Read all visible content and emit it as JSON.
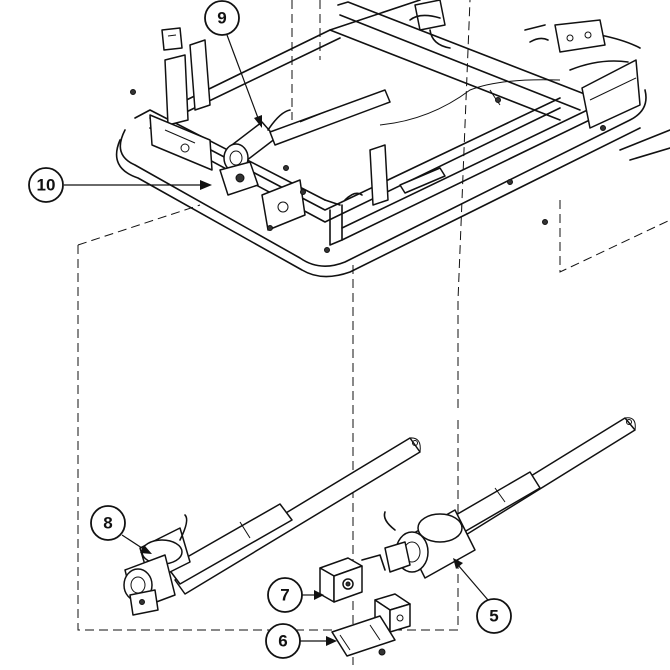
{
  "callouts": {
    "c10": "10",
    "c9": "9",
    "c8": "8",
    "c7": "7",
    "c6": "6",
    "c5": "5"
  }
}
